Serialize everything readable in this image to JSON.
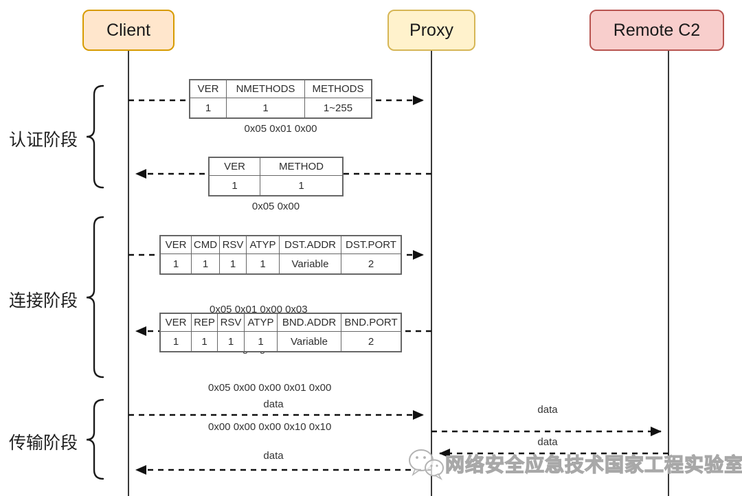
{
  "actors": {
    "client": {
      "label": "Client",
      "fill": "#ffe6cc",
      "border": "#d79b00"
    },
    "proxy": {
      "label": "Proxy",
      "fill": "#fff2cc",
      "border": "#d6b656"
    },
    "remote": {
      "label": "Remote C2",
      "fill": "#f8cecc",
      "border": "#b85450"
    }
  },
  "phases": {
    "auth": "认证阶段",
    "connect": "连接阶段",
    "transfer": "传输阶段"
  },
  "auth_request": {
    "headers": [
      "VER",
      "NMETHODS",
      "METHODS"
    ],
    "values": [
      "1",
      "1",
      "1~255"
    ],
    "caption": "0x05 0x01 0x00"
  },
  "auth_response": {
    "headers": [
      "VER",
      "METHOD"
    ],
    "values": [
      "1",
      "1"
    ],
    "caption": "0x05 0x00"
  },
  "connect_request": {
    "headers": [
      "VER",
      "CMD",
      "RSV",
      "ATYP",
      "DST.ADDR",
      "DST.PORT"
    ],
    "values": [
      "1",
      "1",
      "1",
      "1",
      "Variable",
      "2"
    ],
    "caption1": "0x05 0x01 0x00 0x03",
    "caption2": "0x0a b'google.com'  0x00 0x50"
  },
  "connect_response": {
    "headers": [
      "VER",
      "REP",
      "RSV",
      "ATYP",
      "BND.ADDR",
      "BND.PORT"
    ],
    "values": [
      "1",
      "1",
      "1",
      "1",
      "Variable",
      "2"
    ],
    "caption1": "0x05 0x00 0x00 0x01 0x00",
    "caption2": "0x00 0x00 0x00 0x10 0x10"
  },
  "data_flow": {
    "client_to_proxy": "data",
    "proxy_to_remote": "data",
    "remote_to_proxy": "data",
    "proxy_to_client": "data"
  },
  "watermark": "网络安全应急技术国家工程实验室",
  "line_color": "#111111",
  "table_border_color": "#666666"
}
